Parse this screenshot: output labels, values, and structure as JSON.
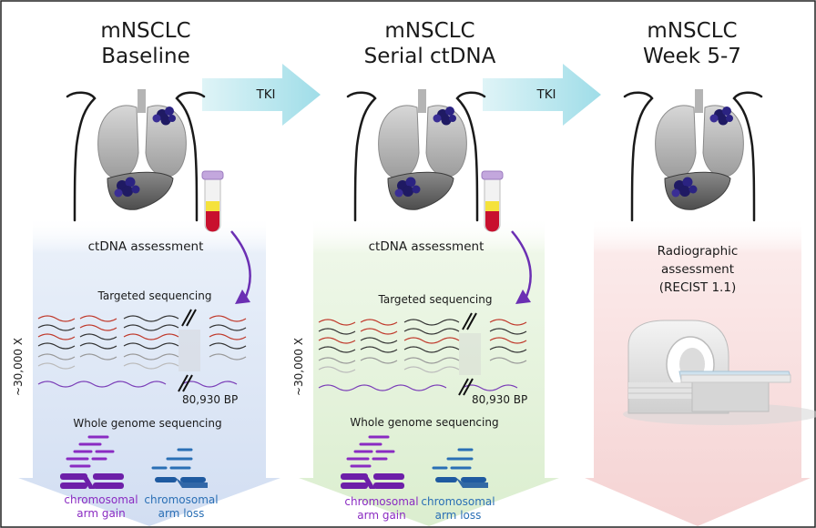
{
  "panels": [
    {
      "title_line1": "mNSCLC",
      "title_line2": "Baseline"
    },
    {
      "title_line1": "mNSCLC",
      "title_line2": "Serial ctDNA"
    },
    {
      "title_line1": "mNSCLC",
      "title_line2": "Week 5-7"
    }
  ],
  "arrows": [
    {
      "label": "TKI"
    },
    {
      "label": "TKI"
    }
  ],
  "ctdna_label": "ctDNA assessment",
  "targeted_label": "Targeted sequencing",
  "depth_label": "~30,000 X",
  "bp_label": "80,930 BP",
  "wgs_label": "Whole genome sequencing",
  "gain_label_l1": "chromosomal",
  "gain_label_l2": "arm gain",
  "loss_label_l1": "chromosomal",
  "loss_label_l2": "arm loss",
  "radio_l1": "Radiographic",
  "radio_l2": "assessment",
  "radio_l3": "(RECIST 1.1)",
  "colors": {
    "panel1_bg": "#dfe9f7",
    "panel2_bg": "#e6f3dd",
    "panel3_bg": "#f9e0e0",
    "tki_arrow": "#b7e6ee",
    "purple": "#6b2fb3",
    "gain": "#8a2bc2",
    "loss": "#2a6fb5"
  }
}
